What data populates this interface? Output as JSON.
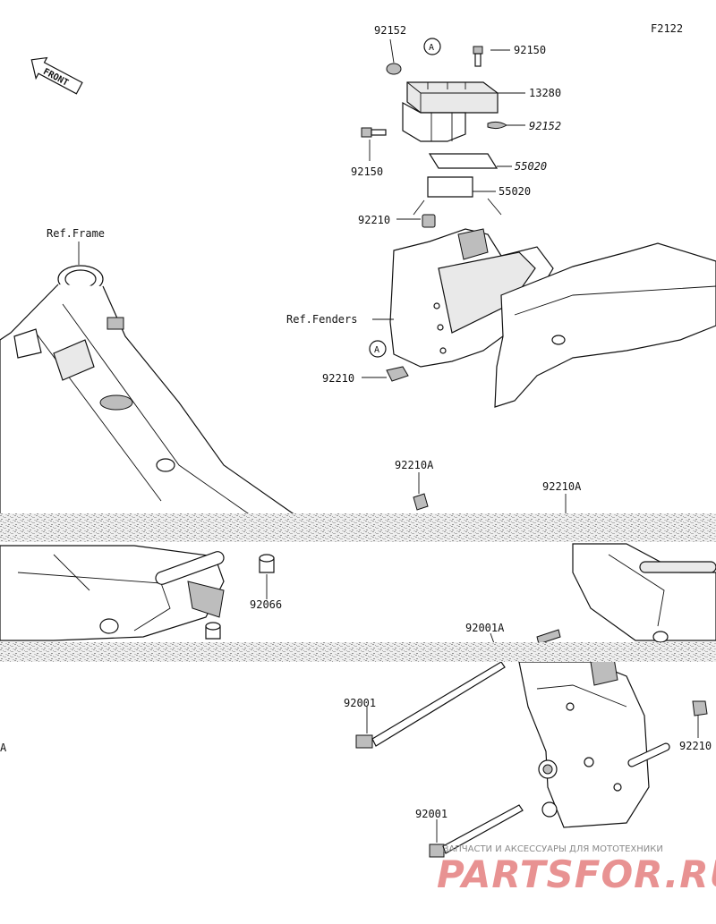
{
  "figure_code": "F2122",
  "front_marker": "FRONT",
  "ref_labels": {
    "frame": "Ref.Frame",
    "fenders": "Ref.Fenders"
  },
  "callouts": {
    "p92152_top": "92152",
    "p92150_top": "92150",
    "p13280": "13280",
    "p92152_right": "92152",
    "p92150_left": "92150",
    "p55020_upper": "55020",
    "p55020_lower": "55020",
    "p92210_upper": "92210",
    "p92210_lower": "92210",
    "p92210A_left": "92210A",
    "p92210A_right": "92210A",
    "p92066": "92066",
    "p92001A": "92001A",
    "p92001_upper": "92001",
    "p92001_lower": "92001",
    "p92210_right_edge": "92210",
    "edge_a": "A"
  },
  "circle_markers": [
    "A",
    "A"
  ],
  "watermark": {
    "tagline": "ЗАПЧАСТИ И АКСЕССУАРЫ ДЛЯ МОТОТЕХНИКИ",
    "brand": "PARTSFOR.RU"
  }
}
